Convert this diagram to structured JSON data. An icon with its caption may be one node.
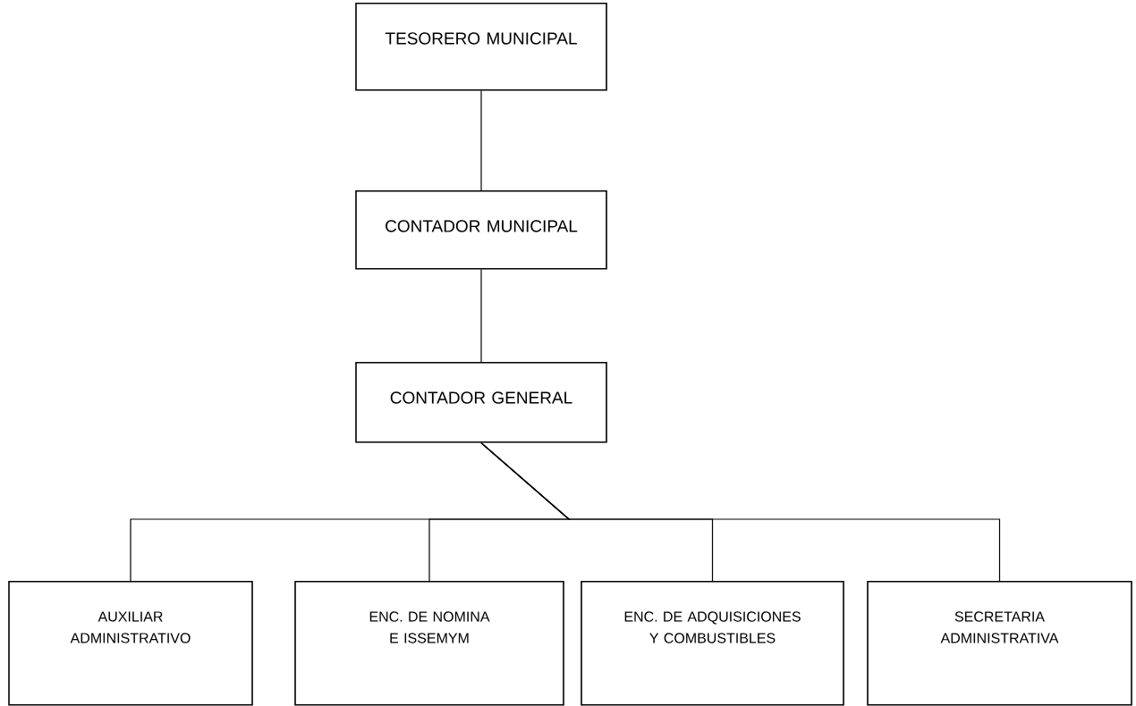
{
  "diagram": {
    "nodes": [
      {
        "text": [
          "TESORERO MUNICIPAL"
        ]
      },
      {
        "text": [
          "CONTADOR MUNICIPAL"
        ]
      },
      {
        "text": [
          "CONTADOR GENERAL"
        ]
      },
      {
        "text": [
          "AUXILIAR ADMINISTRATIVO"
        ]
      },
      {
        "text": [
          "ENC. DE NOMINA E ISSEMYM"
        ]
      },
      {
        "text": [
          "ENC. DE ADQUISICIONES Y COMBUSTIBLES"
        ]
      },
      {
        "text": [
          "SECRETARIA ADMINISTRATIVA"
        ]
      }
    ],
    "edges": [
      {
        "from": 0,
        "to": 1,
        "arrow": "none"
      },
      {
        "from": 1,
        "to": 2,
        "arrow": "none"
      },
      {
        "from": 2,
        "to": 3,
        "arrow": "none"
      },
      {
        "from": 2,
        "to": 4,
        "arrow": "none"
      },
      {
        "from": 2,
        "to": 5,
        "arrow": "none"
      },
      {
        "from": 2,
        "to": 6,
        "arrow": "none"
      }
    ]
  }
}
